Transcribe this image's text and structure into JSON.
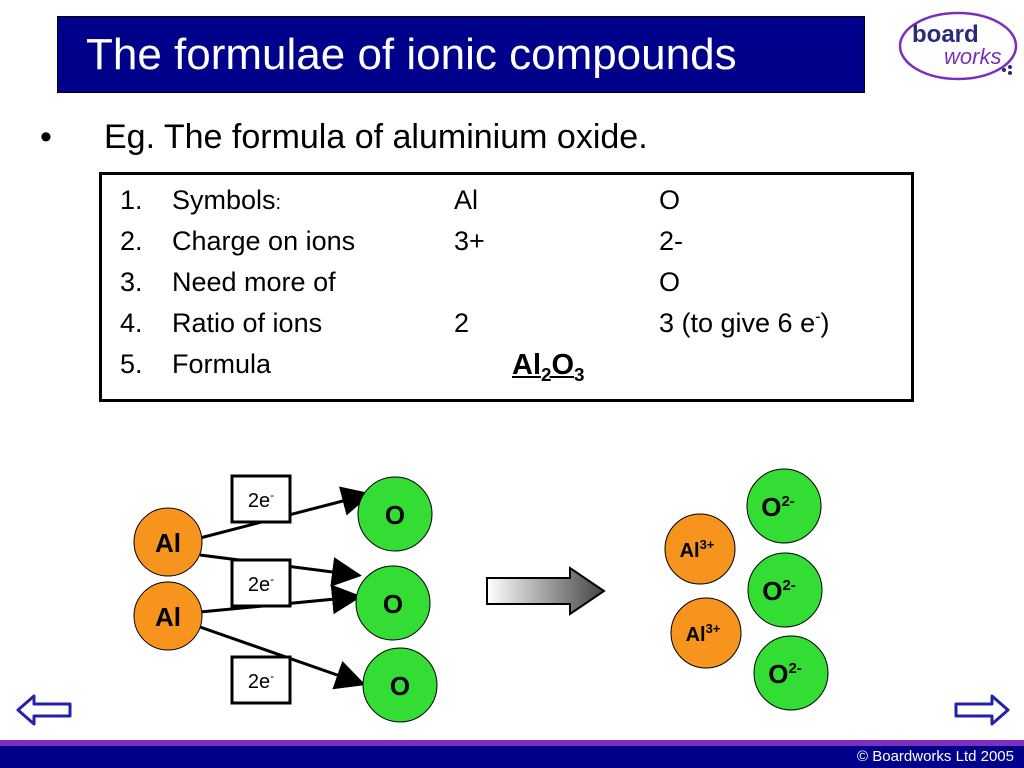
{
  "title": "The formulae of ionic compounds",
  "logo": {
    "line1": "board",
    "line2": "works"
  },
  "bullet": {
    "symbol": "•",
    "text": "Eg. The formula of aluminium oxide."
  },
  "steps": [
    {
      "num": "1.",
      "label": "Symbols",
      "label_suffix": ":",
      "al": "Al",
      "o": "O",
      "o_sup": ""
    },
    {
      "num": "2.",
      "label": "Charge on ions",
      "label_suffix": "",
      "al": "3+",
      "o": "2-",
      "o_sup": ""
    },
    {
      "num": "3.",
      "label": "Need more of",
      "label_suffix": "",
      "al": "",
      "o": "O",
      "o_sup": ""
    },
    {
      "num": "4.",
      "label": "Ratio of ions",
      "label_suffix": "",
      "al": "2",
      "o": "3 (to give 6 e",
      "o_sup": "-",
      "o_tail": ")"
    },
    {
      "num": "5.",
      "label": "Formula",
      "label_suffix": "",
      "al": "",
      "o": "",
      "o_sup": ""
    }
  ],
  "formula": {
    "el1": "Al",
    "sub1": "2",
    "el2": "O",
    "sub2": "3"
  },
  "diagram": {
    "left_atoms": [
      "Al",
      "Al"
    ],
    "oxygen_atoms": [
      "O",
      "O",
      "O"
    ],
    "electron_boxes": [
      {
        "text": "2e",
        "sup": "-"
      },
      {
        "text": "2e",
        "sup": "-"
      },
      {
        "text": "2e",
        "sup": "-"
      }
    ],
    "product_al_ions": [
      {
        "text": "Al",
        "sup": "3+"
      },
      {
        "text": "Al",
        "sup": "3+"
      }
    ],
    "product_o_ions": [
      {
        "text": "O",
        "sup": "2-"
      },
      {
        "text": "O",
        "sup": "2-"
      },
      {
        "text": "O",
        "sup": "2-"
      }
    ]
  },
  "colors": {
    "title_bg": "#00008b",
    "al_fill": "#f7941d",
    "o_fill": "#33dd33",
    "logo_purple": "#7b2fbe",
    "footer_stripe": "#7b2fbe"
  },
  "nav": {
    "prev_icon": "left-arrow-icon",
    "next_icon": "right-arrow-icon"
  },
  "footer": "© Boardworks Ltd 2005"
}
